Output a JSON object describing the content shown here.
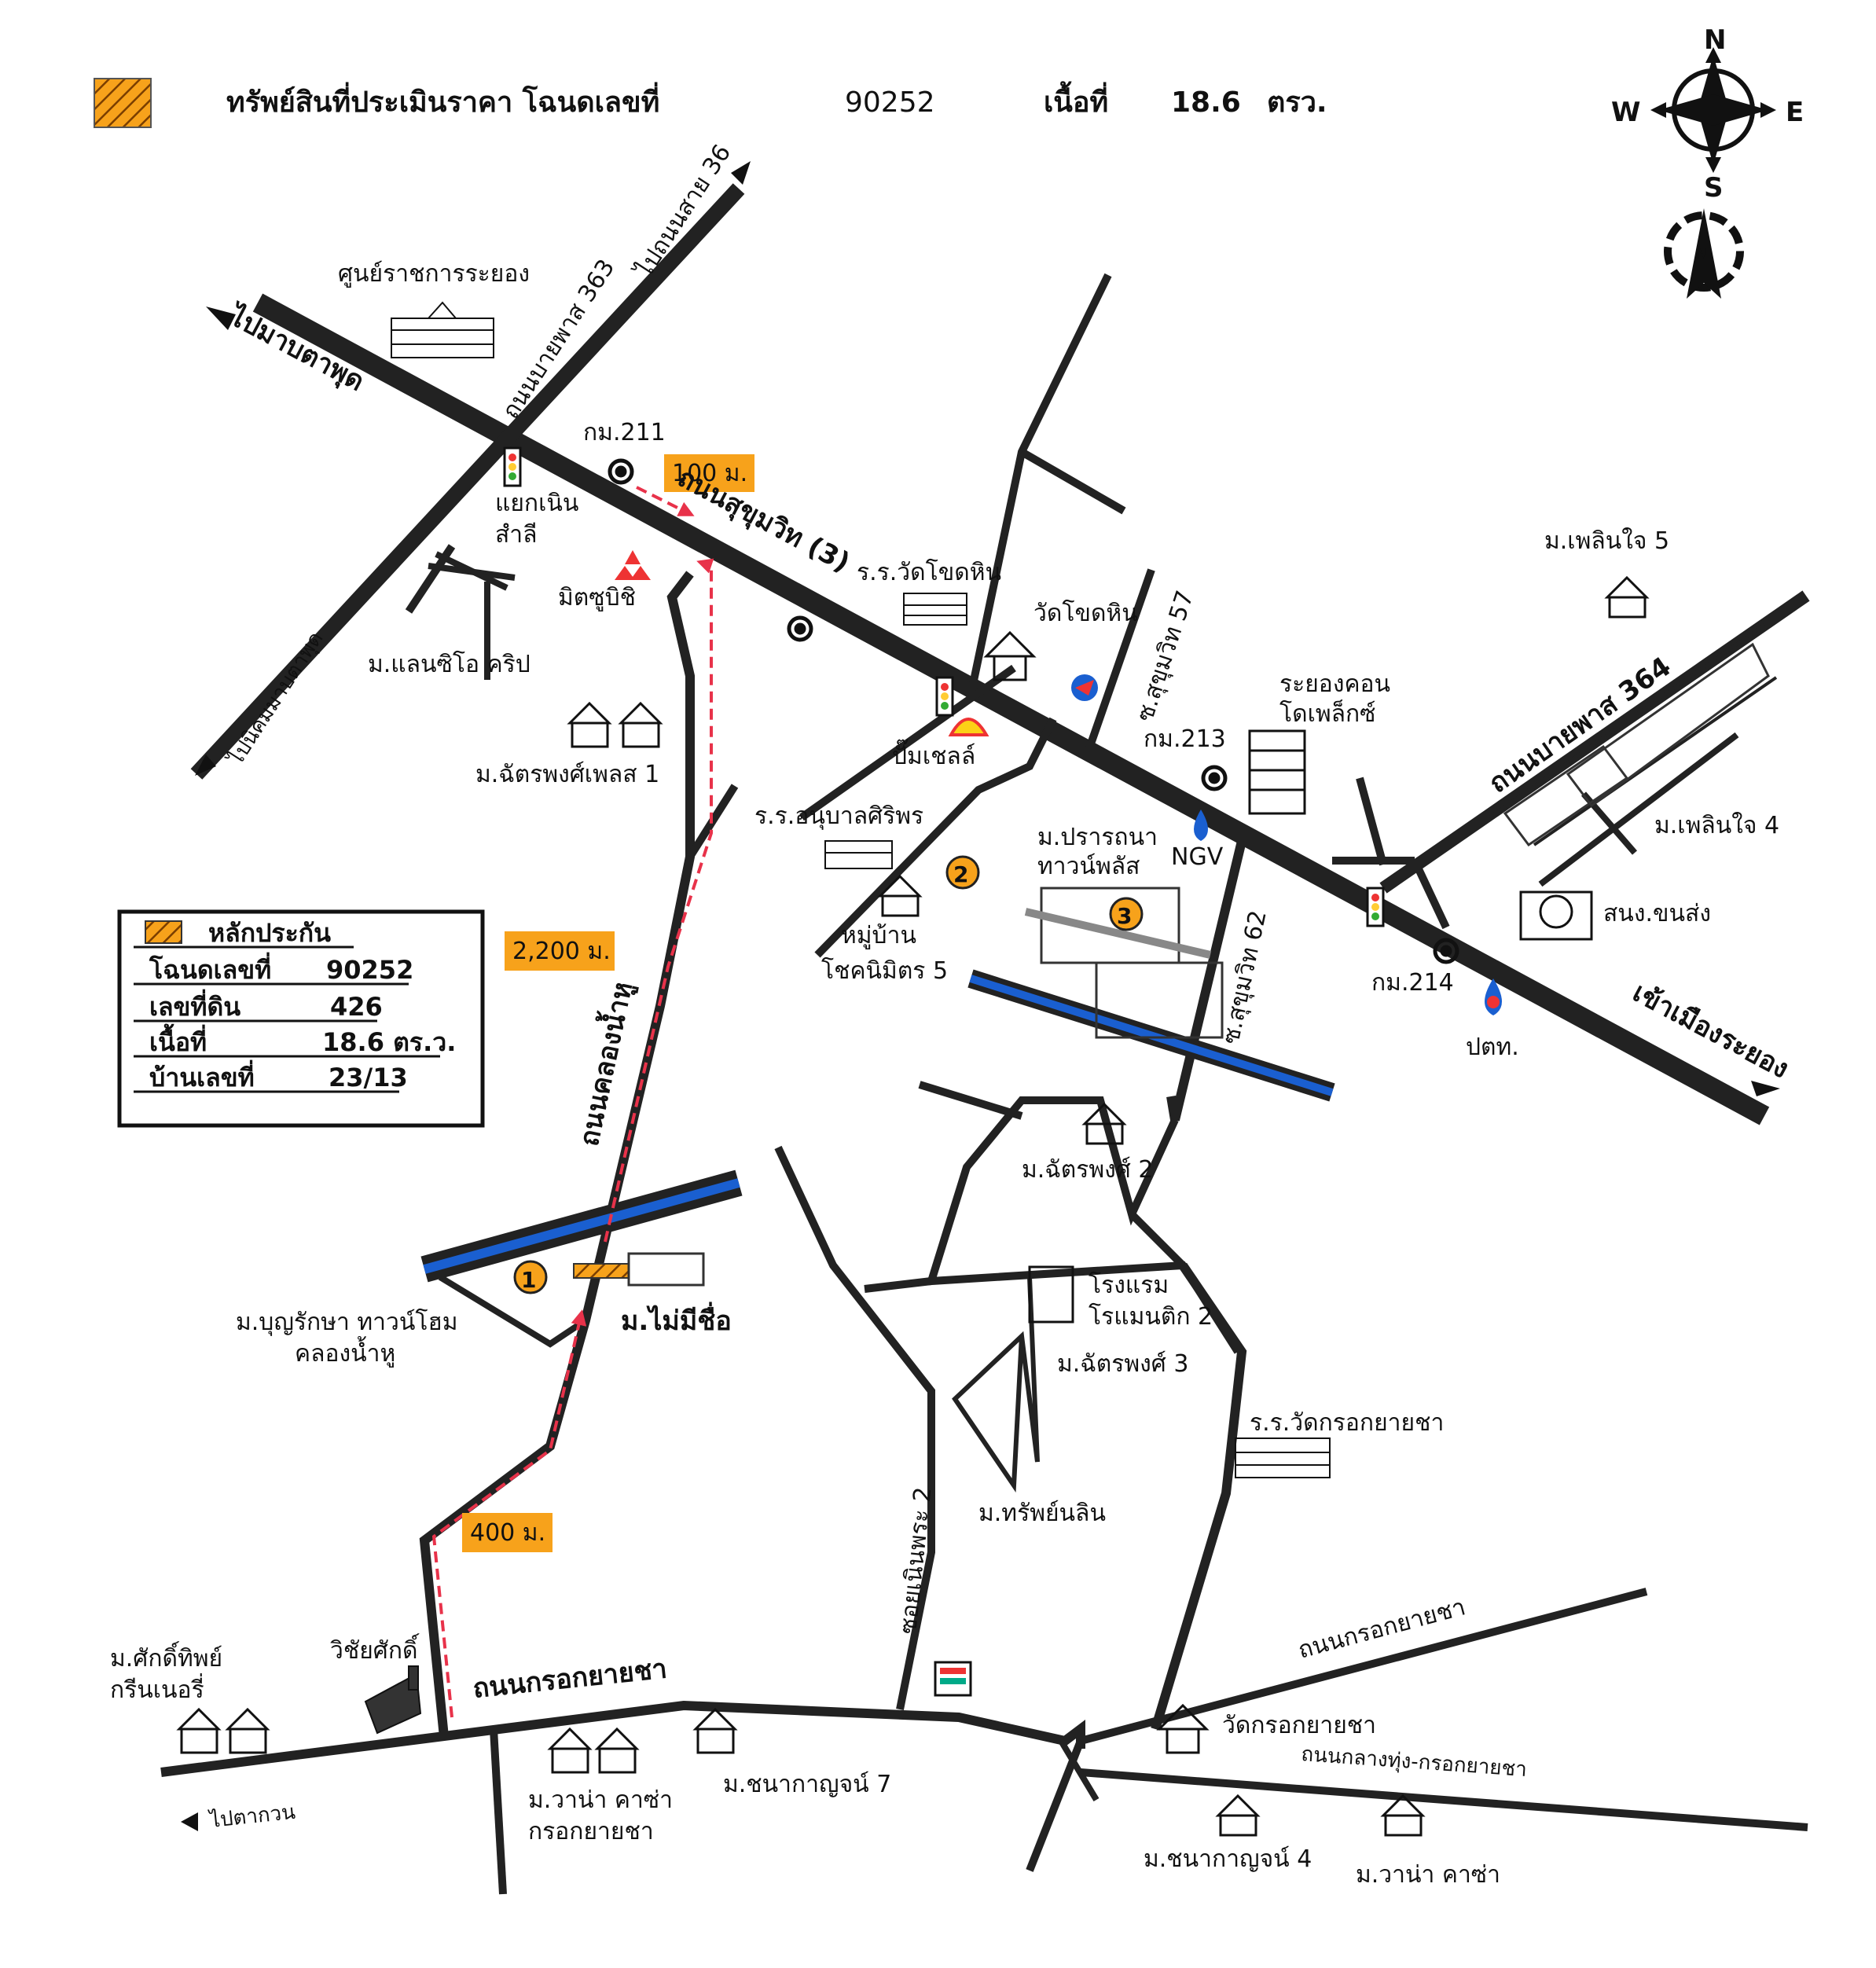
{
  "header": {
    "title": "ทรัพย์สินที่ประเมินราคา โฉนดเลขที่",
    "deed_number": "90252",
    "area_label": "เนื้อที่",
    "area_value": "18.6",
    "area_unit": "ตรว."
  },
  "compass": {
    "n": "N",
    "s": "S",
    "e": "E",
    "w": "W",
    "inner_n": "N"
  },
  "legend": {
    "title": "หลักประกัน",
    "rows": [
      {
        "label": "โฉนดเลขที่",
        "value": "90252"
      },
      {
        "label": "เลขที่ดิน",
        "value": "426"
      },
      {
        "label": "เนื้อที่",
        "value": "18.6 ตร.ว."
      },
      {
        "label": "บ้านเลขที่",
        "value": "23/13"
      }
    ]
  },
  "distances": {
    "d100": "100 ม.",
    "d2200": "2,200 ม.",
    "d400": "400 ม."
  },
  "markers": {
    "m1": "1",
    "m2": "2",
    "m3": "3"
  },
  "roads": {
    "sukhumvit": "ถนนสุขุมวิท (3)",
    "to_maptaphut": "ไปมาบตาพุด",
    "to_maptaphut_estate": "ไปนิคมมาบตาพุด",
    "route363": "ถนนบายพาส 363",
    "to_road36": "ไปถนนสาย 36",
    "route364": "ถนนบายพาส 364",
    "to_rayong": "เข้าเมืองระยอง",
    "soi57": "ซ.สุขุมวิท 57",
    "soi62": "ซ.สุขุมวิท 62",
    "khlong_namhu": "ถนนคลองน้ำหู",
    "krok_yaisa_1": "ถนนกรอกยายชา",
    "krok_yaisa_2": "ถนนกรอกยายชา",
    "klang_thung": "ถนนกลางทุ่ง-กรอกยายชา",
    "soi_noen_phra": "ซอยเนินพระ 2",
    "to_takuan": "ไปตากวน"
  },
  "km_posts": {
    "km211": "กม.211",
    "km213": "กม.213",
    "km214": "กม.214"
  },
  "places": {
    "gov_center": "ศูนย์ราชการระยอง",
    "noen_samli_1": "แยกเนิน",
    "noen_samli_2": "สำลี",
    "mitsubishi": "มิตซูบิชิ",
    "landsio": "ม.แลนซิโอ คริป",
    "chatphong_place_1": "ม.ฉัตรพงศ์เพลส 1",
    "school_khot_hin": "ร.ร.วัดโขดหิน",
    "wat_khot_hin": "วัดโขดหิน",
    "shell": "ปั๊มเชลล์",
    "school_anuban": "ร.ร.อนุบาลศิริพร",
    "prathana_1": "ม.ปรารถนา",
    "prathana_2": "ทาวน์พลัส",
    "chokniimit_1": "หมู่บ้าน",
    "chokniimit_2": "โชคนิมิตร 5",
    "rayong_condo_1": "ระยองคอน",
    "rayong_condo_2": "โดเพล็กซ์",
    "ngv": "NGV",
    "phloenchai_5": "ม.เพลินใจ 5",
    "phloenchai_4": "ม.เพลินใจ 4",
    "transport_station": "สนง.ขนส่ง",
    "ptt": "ปตท.",
    "chatphong_2": "ม.ฉัตรพงศ์ 2",
    "hotel_1": "โรงแรม",
    "hotel_2": "โรแมนติก 2",
    "chatphong_3": "ม.ฉัตรพงศ์ 3",
    "school_krok": "ร.ร.วัดกรอกยายชา",
    "sapnalin": "ม.ทรัพย์นลิน",
    "bunraksa_1": "ม.บุญรักษา ทาวน์โฮม",
    "bunraksa_2": "คลองน้ำหู",
    "no_name": "ม.ไม่มีชื่อ",
    "sakthip_1": "ม.ศักดิ์ทิพย์",
    "sakthip_2": "กรีนเนอรี่",
    "wichaisak": "วิชัยศักดิ์",
    "wana_casa_krok_1": "ม.วาน่า คาซ่า",
    "wana_casa_krok_2": "กรอกยายชา",
    "chanakan_7": "ม.ชนากาญจน์ 7",
    "wat_krok": "วัดกรอกยายชา",
    "chanakan_4": "ม.ชนากาญจน์ 4",
    "wana_casa": "ม.วาน่า คาซ่า"
  },
  "colors": {
    "highlight": "#f7a21b",
    "canal": "#1a5fd0",
    "route": "#e8324a",
    "road": "#222222"
  }
}
